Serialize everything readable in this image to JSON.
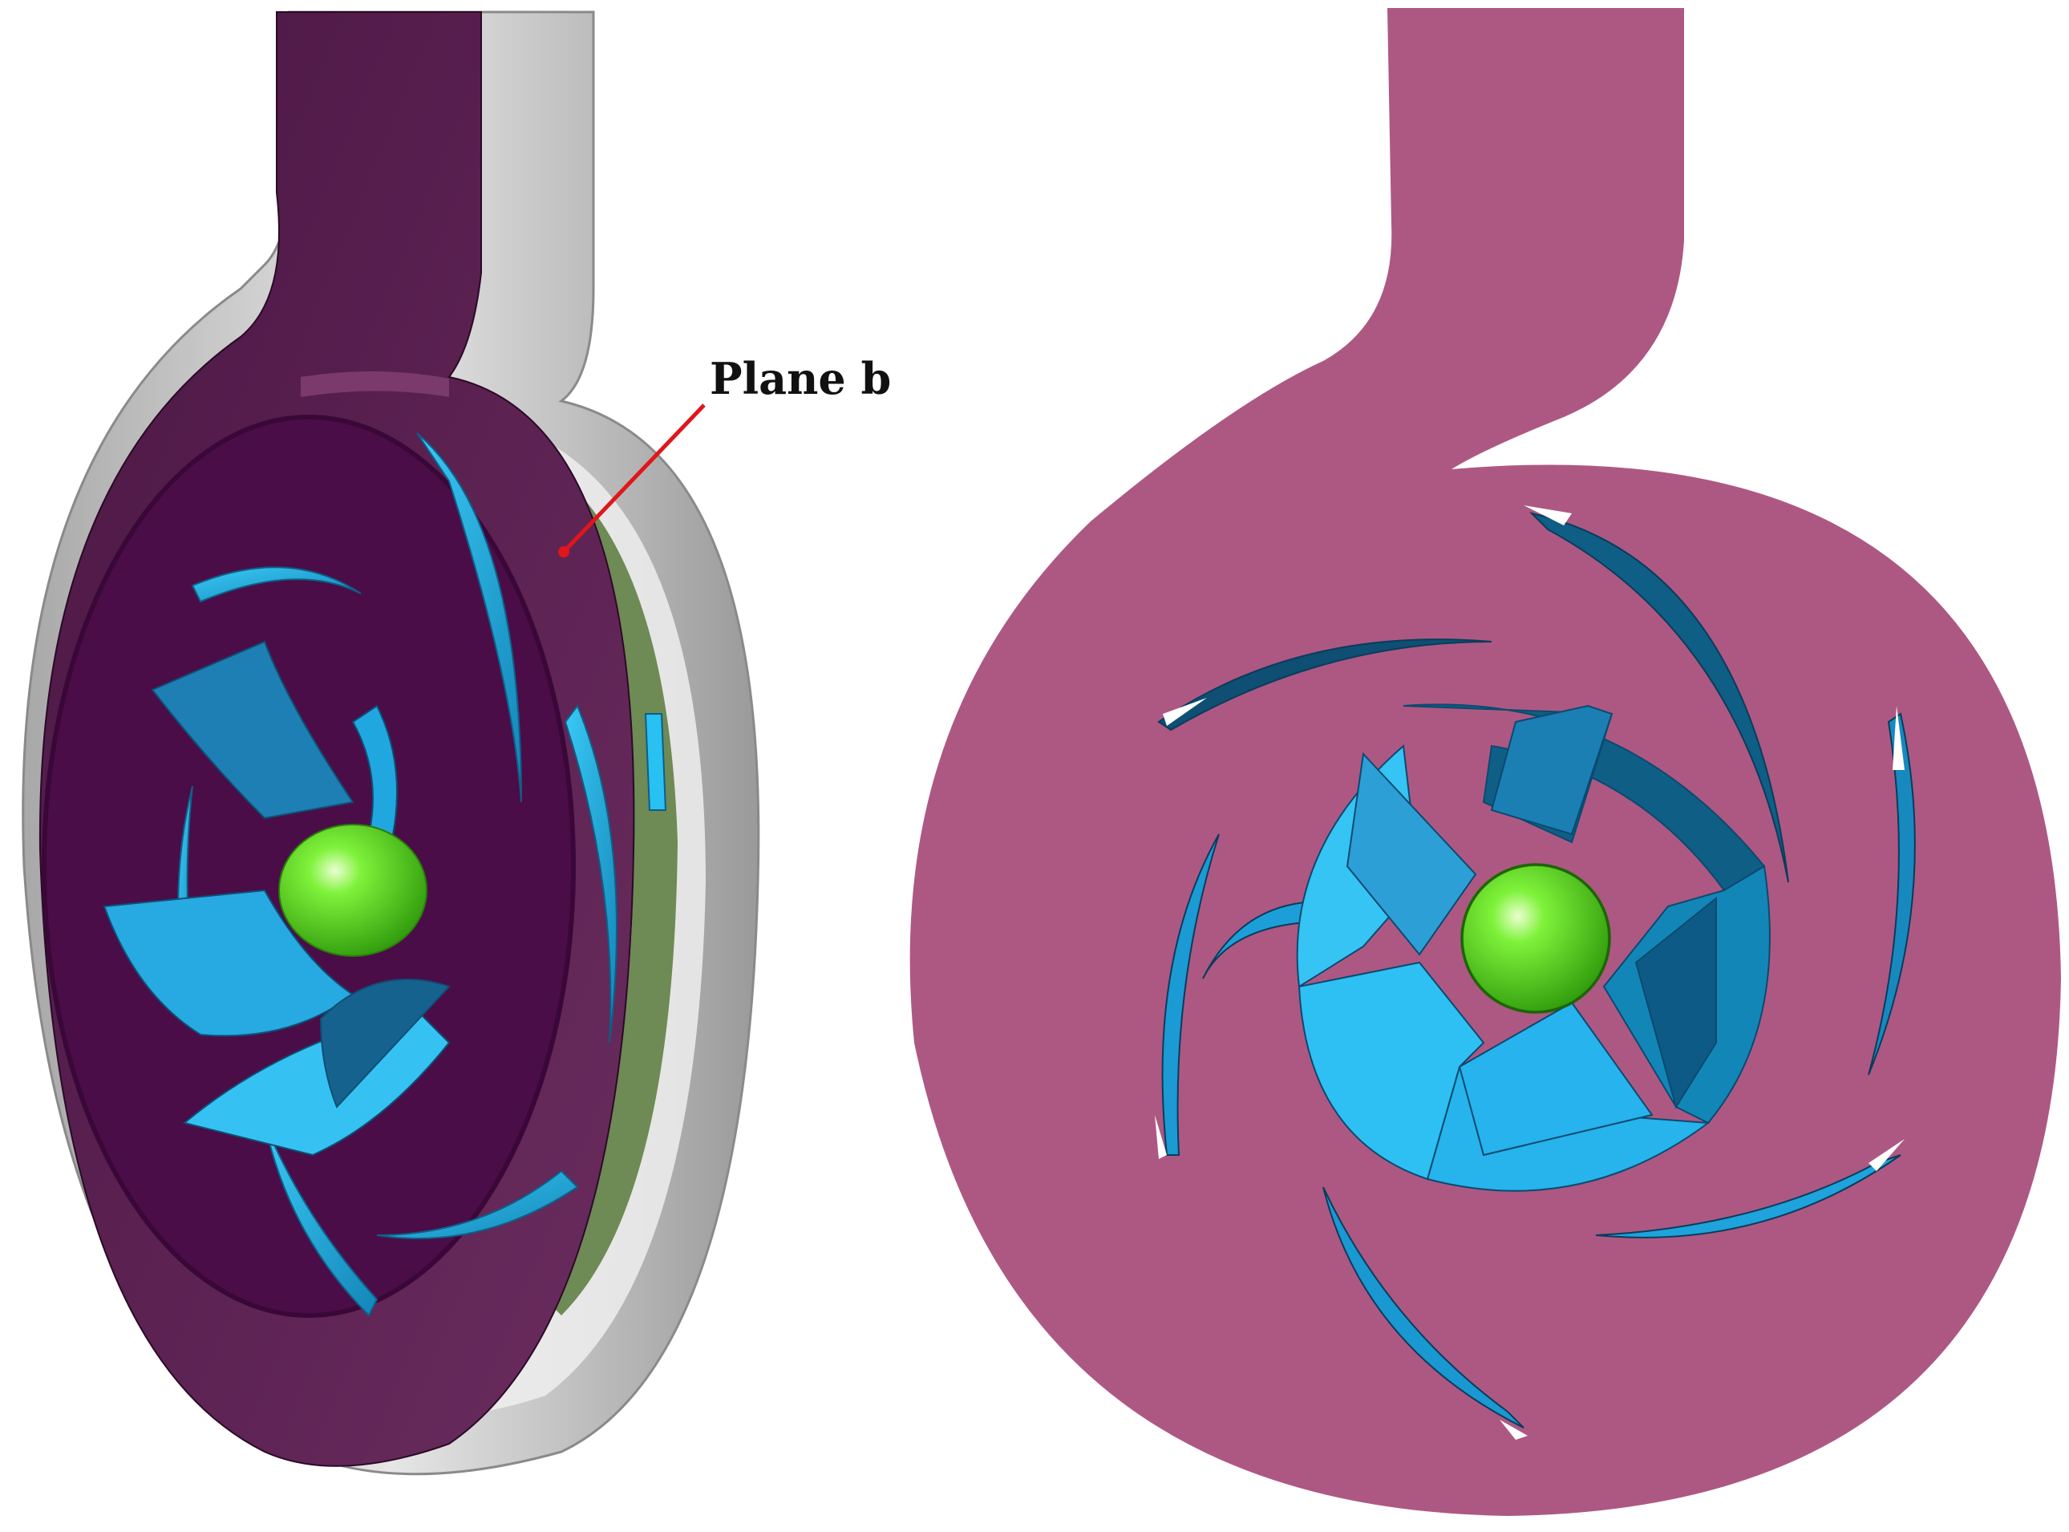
{
  "annotation": {
    "label": "Plane b",
    "color": "#e0161b"
  },
  "colors": {
    "volute_face_left": "#5a1f50",
    "volute_dark": "#3e0f38",
    "casing_gray": "#c8c8c8",
    "casing_inner": "#ececec",
    "back_plate_green": "#6e8a55",
    "volute_plane_right": "#ad5883",
    "blade_light": "#1fb8ee",
    "blade_mid": "#1b8ec4",
    "blade_dark": "#0e4f73",
    "hub_green": "#4ad11a"
  },
  "views": [
    {
      "name": "isometric-cutaway-view",
      "guide_vanes": 8,
      "impeller_blades": 4
    },
    {
      "name": "plane-b-section-view",
      "guide_vanes": 8,
      "impeller_blades": 4
    }
  ]
}
